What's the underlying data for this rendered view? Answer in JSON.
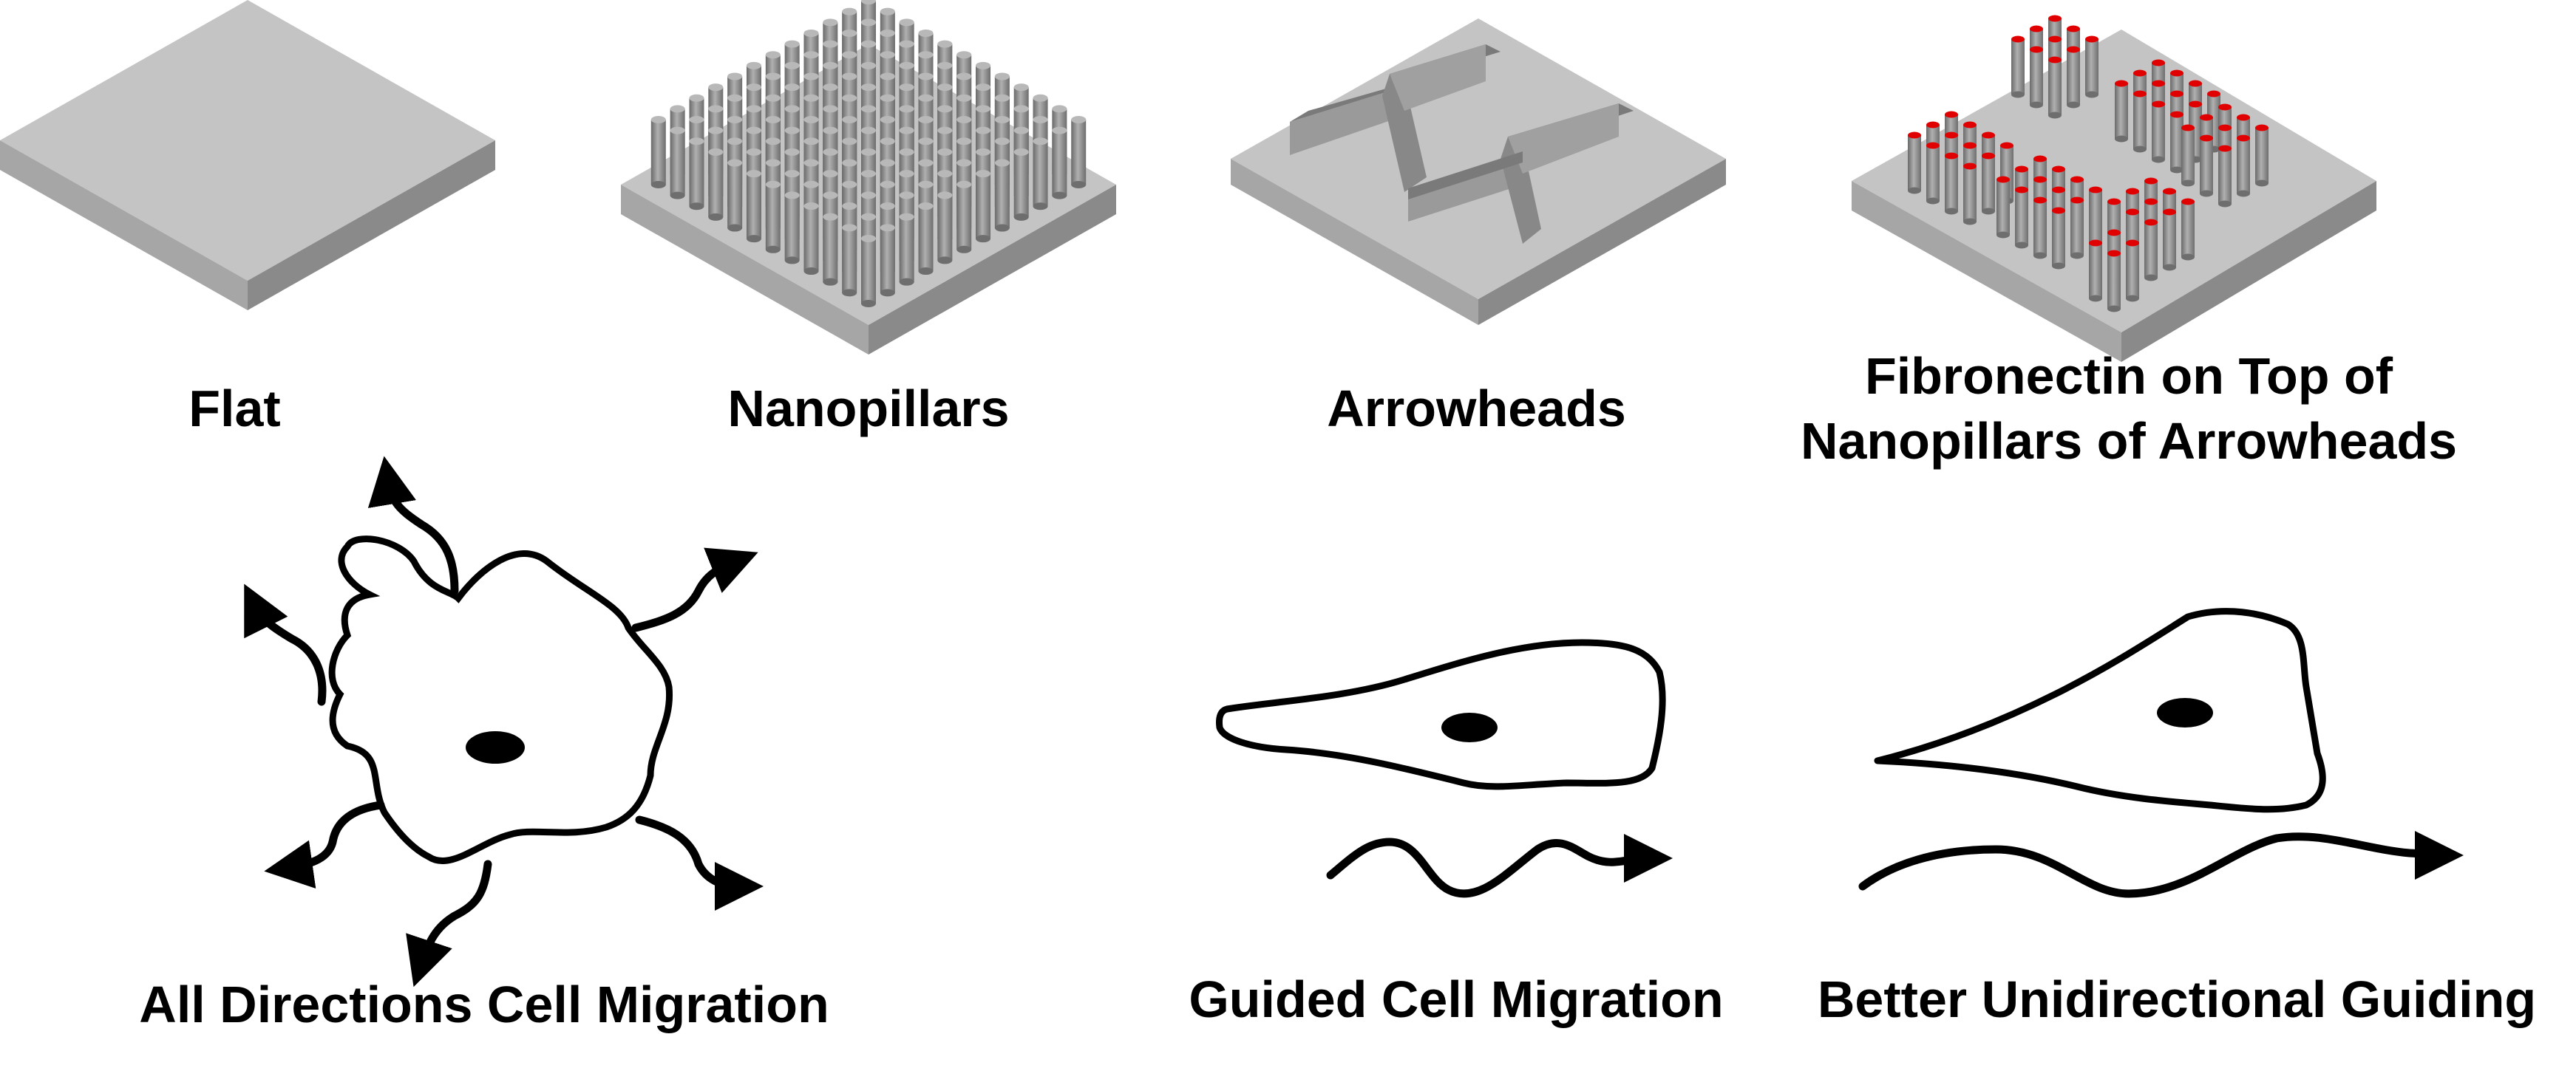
{
  "substrates": [
    {
      "id": "flat",
      "label": "Flat"
    },
    {
      "id": "nanopillars",
      "label": "Nanopillars"
    },
    {
      "id": "arrowheads",
      "label": "Arrowheads"
    },
    {
      "id": "fibronectin",
      "label_line1": "Fibronectin on Top of",
      "label_line2": "Nanopillars of Arrowheads"
    }
  ],
  "migration": [
    {
      "id": "all-directions",
      "label": "All Directions Cell Migration"
    },
    {
      "id": "guided",
      "label": "Guided Cell Migration"
    },
    {
      "id": "unidirectional",
      "label": "Better Unidirectional Guiding"
    }
  ],
  "colors": {
    "substrate_top": "#c4c4c4",
    "substrate_side_left": "#a6a6a6",
    "substrate_side_right": "#8a8a8a",
    "pillar": "#8e8e8e",
    "pillar_top": "#b8b8b8",
    "fibronectin": "#e00000",
    "ink": "#000000"
  }
}
